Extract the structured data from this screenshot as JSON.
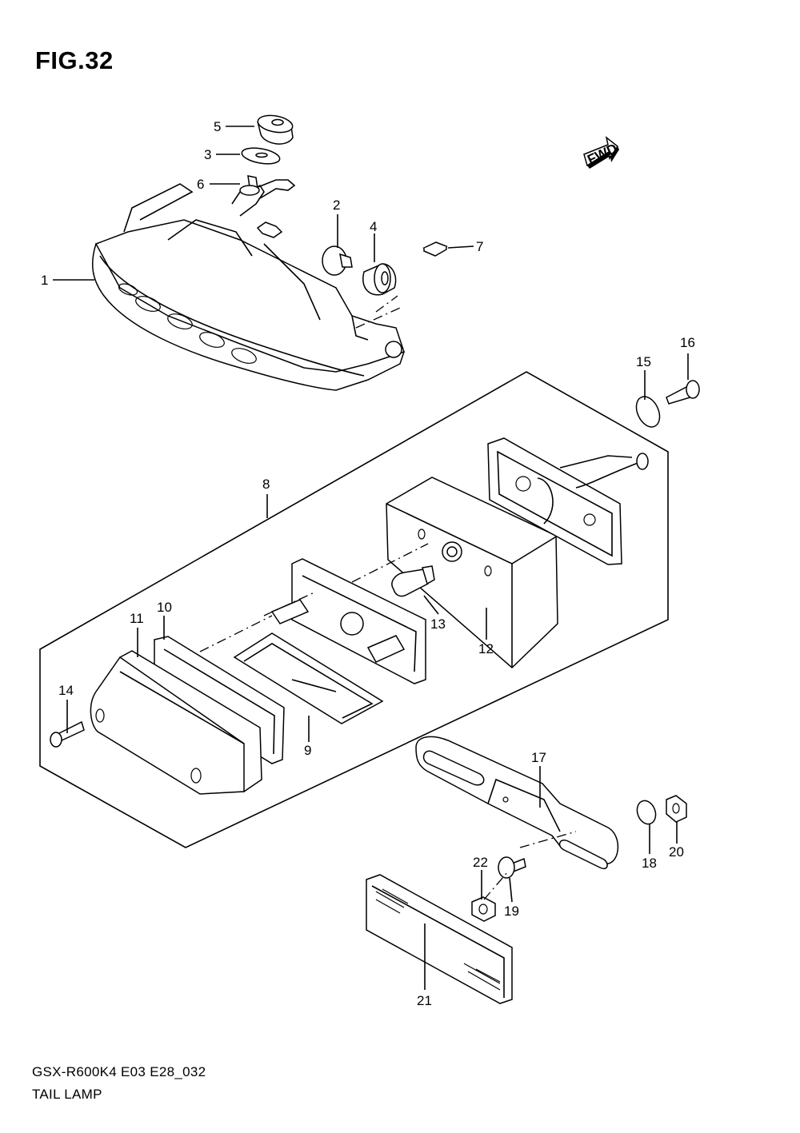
{
  "figure": {
    "title": "FIG.32"
  },
  "footer": {
    "model_code": "GSX-R600K4 E03 E28_032",
    "part_name": "TAIL LAMP"
  },
  "fwd_badge": {
    "label": "FWD"
  },
  "callouts": [
    {
      "id": "1",
      "label": "1"
    },
    {
      "id": "2",
      "label": "2"
    },
    {
      "id": "3",
      "label": "3"
    },
    {
      "id": "4",
      "label": "4"
    },
    {
      "id": "5",
      "label": "5"
    },
    {
      "id": "6",
      "label": "6"
    },
    {
      "id": "7",
      "label": "7"
    },
    {
      "id": "8",
      "label": "8"
    },
    {
      "id": "9",
      "label": "9"
    },
    {
      "id": "10",
      "label": "10"
    },
    {
      "id": "11",
      "label": "11"
    },
    {
      "id": "12",
      "label": "12"
    },
    {
      "id": "13",
      "label": "13"
    },
    {
      "id": "14",
      "label": "14"
    },
    {
      "id": "15",
      "label": "15"
    },
    {
      "id": "16",
      "label": "16"
    },
    {
      "id": "17",
      "label": "17"
    },
    {
      "id": "18",
      "label": "18"
    },
    {
      "id": "19",
      "label": "19"
    },
    {
      "id": "20",
      "label": "20"
    },
    {
      "id": "21",
      "label": "21"
    },
    {
      "id": "22",
      "label": "22"
    }
  ]
}
